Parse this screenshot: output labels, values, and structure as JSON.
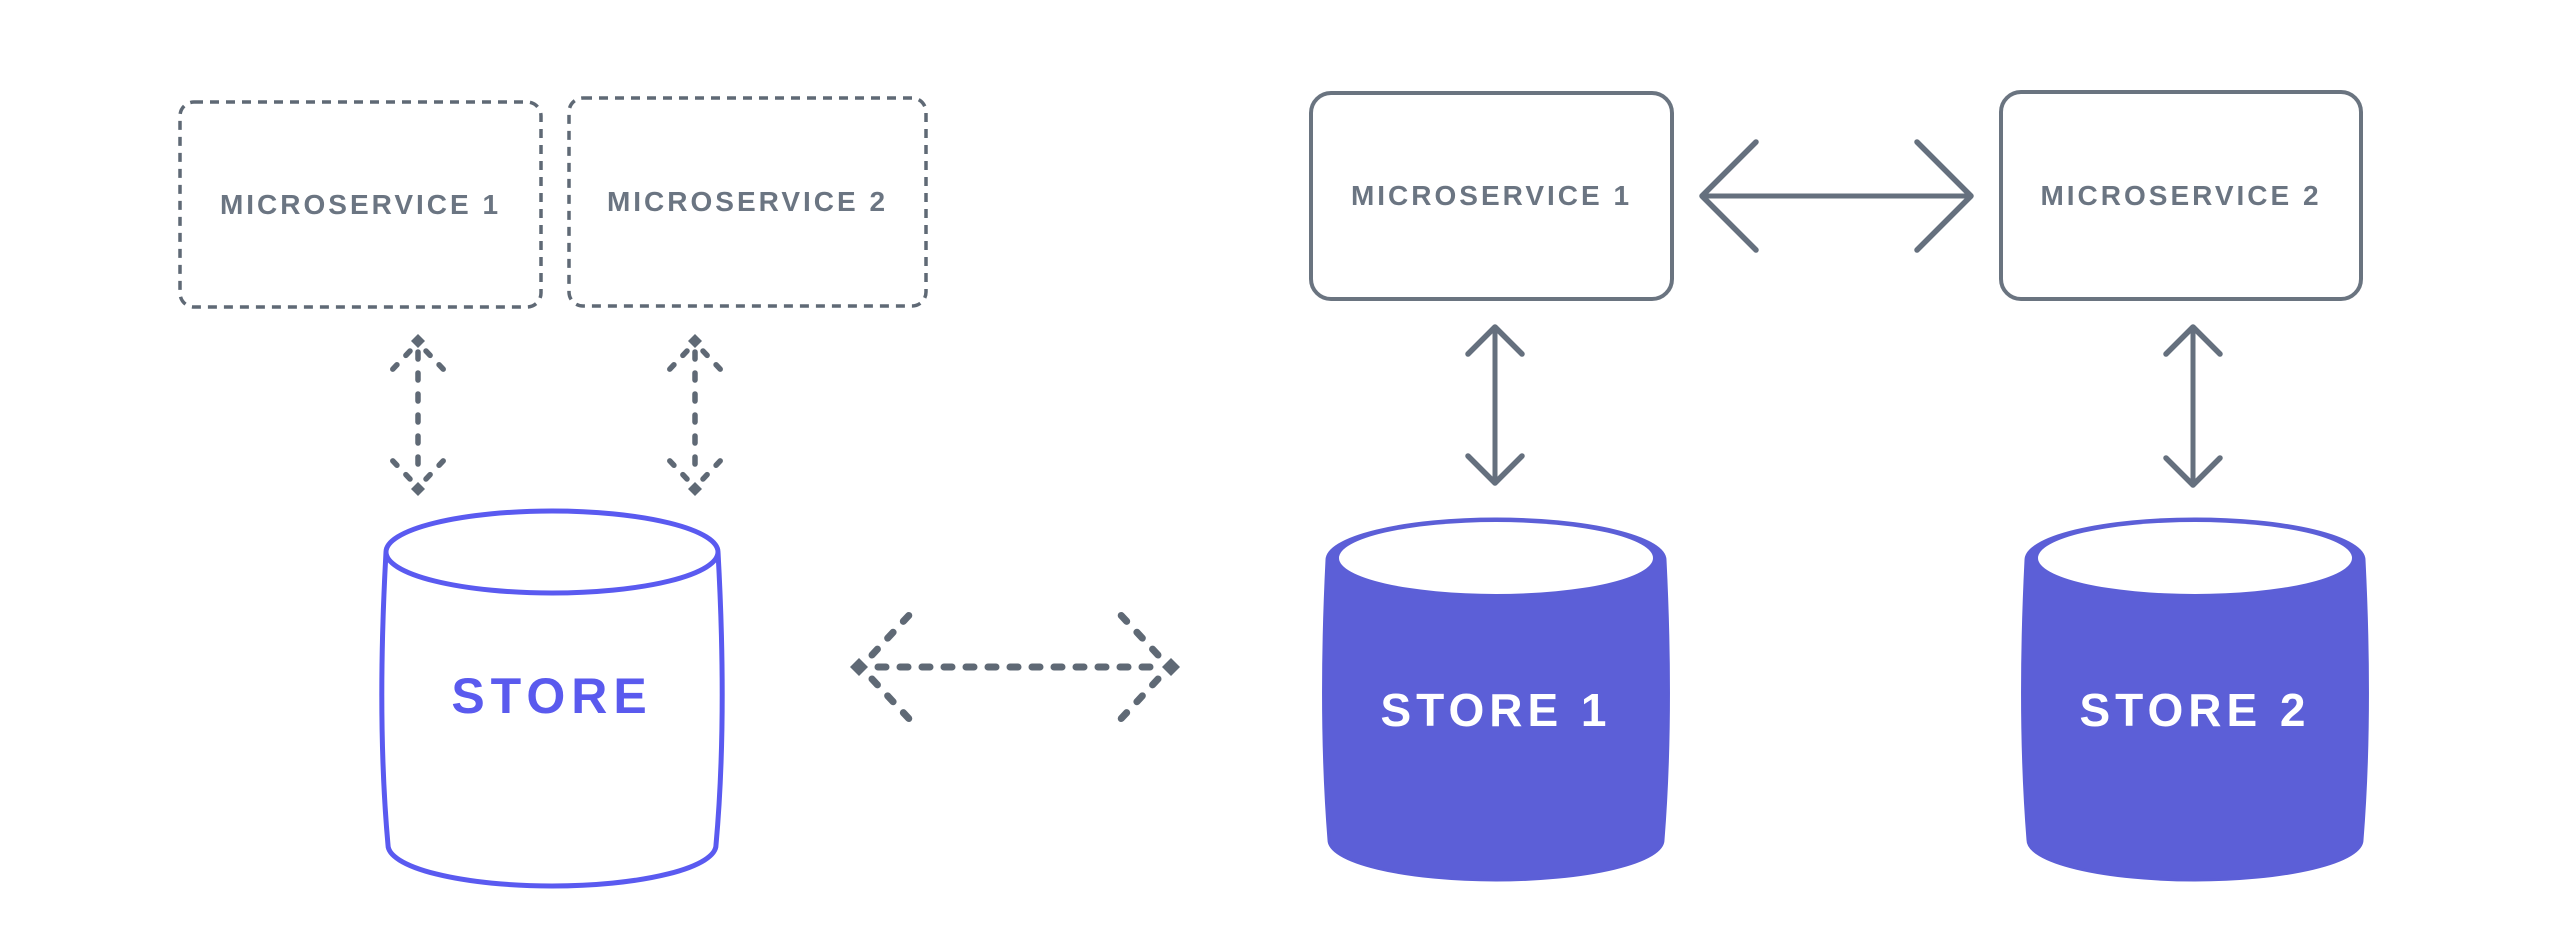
{
  "shared_db_pattern": {
    "services": [
      {
        "label": "MICROSERVICE 1"
      },
      {
        "label": "MICROSERVICE 2"
      }
    ],
    "store": {
      "label": "STORE"
    }
  },
  "db_per_service_pattern": {
    "services": [
      {
        "label": "MICROSERVICE 1"
      },
      {
        "label": "MICROSERVICE 2"
      }
    ],
    "stores": [
      {
        "label": "STORE 1"
      },
      {
        "label": "STORE 2"
      }
    ]
  },
  "colors": {
    "background": "#FFFFFF",
    "gray_stroke": "#5F6975",
    "gray_text": "#6B7582",
    "purple_outline": "#5A5AF0",
    "purple_fill": "#5C5FD7",
    "store_text_on_fill": "#FFFFFF"
  }
}
